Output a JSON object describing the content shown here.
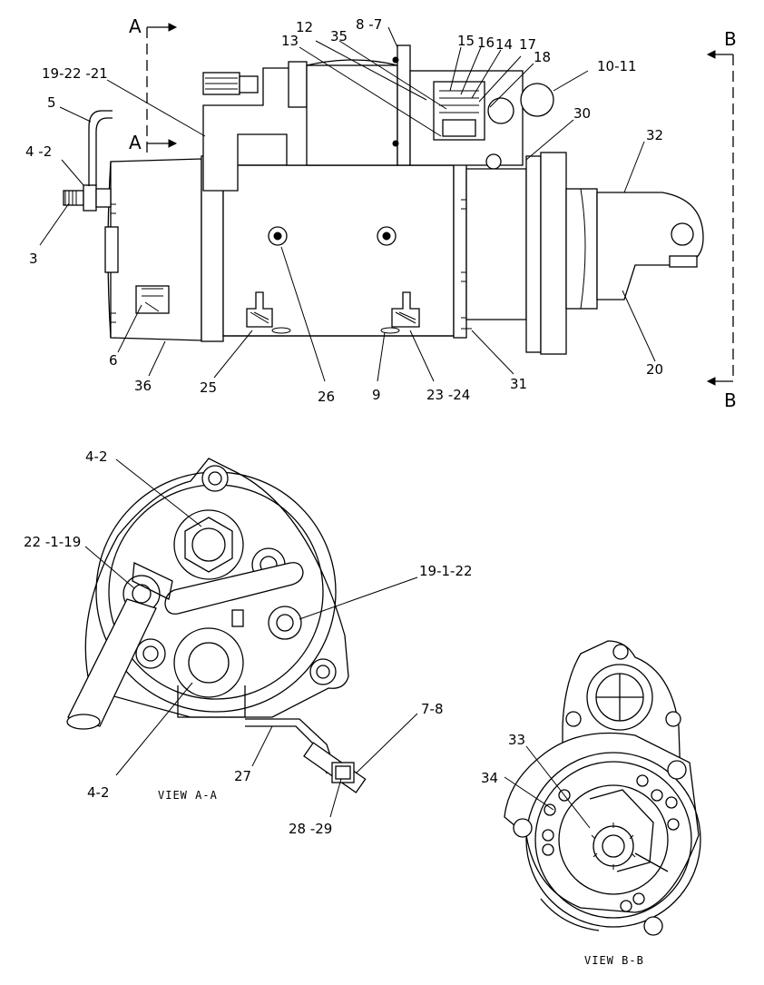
{
  "callouts": {
    "c_12": "12",
    "c_8_7": "8 -7",
    "c_35": "35",
    "c_13": "13",
    "c_15": "15",
    "c_16": "16",
    "c_14": "14",
    "c_17": "17",
    "c_18": "18",
    "c_10_11": "10-11",
    "c_19_22_21": "19-22 -21",
    "c_5": "5",
    "c_4_2_top": "4 -2",
    "c_3": "3",
    "c_30": "30",
    "c_32": "32",
    "c_6": "6",
    "c_36": "36",
    "c_25": "25",
    "c_26": "26",
    "c_9": "9",
    "c_23_24": "23 -24",
    "c_31": "31",
    "c_20": "20",
    "c_4_2_a": "4-2",
    "c_22_1_19": "22 -1-19",
    "c_19_1_22": "19-1-22",
    "c_7_8": "7-8",
    "c_27": "27",
    "c_4_2_b": "4-2",
    "c_28_29": "28 -29",
    "c_33": "33",
    "c_34": "34"
  },
  "section_marks": {
    "a_top": "A",
    "a_bottom": "A",
    "b_top": "B",
    "b_bottom": "B"
  },
  "views": {
    "view_a": "VIEW  A-A",
    "view_b": "VIEW  B-B"
  }
}
